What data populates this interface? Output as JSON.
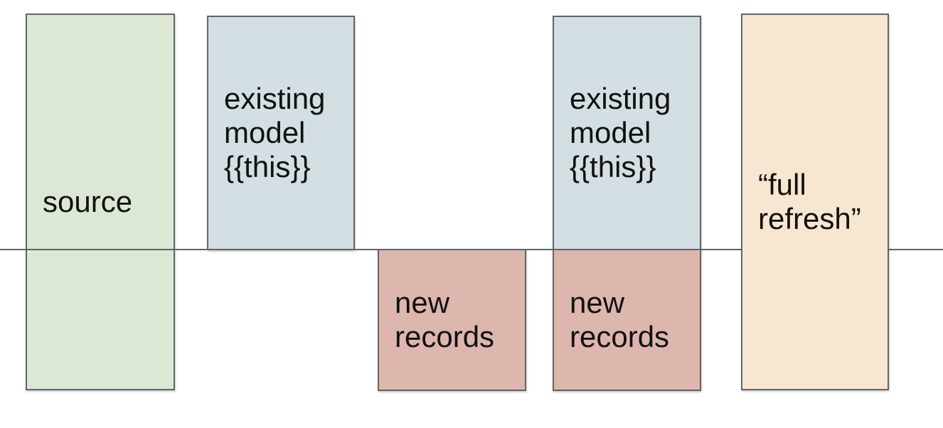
{
  "canvas": {
    "background": "#ffffff"
  },
  "divider": {
    "name": "timeline-divider",
    "color": "#5f6368"
  },
  "boxes": {
    "source": {
      "label": "source",
      "fill": "#dce8d4"
    },
    "existing_model_1": {
      "label": "existing\nmodel\n{{this}}",
      "fill": "#d3dfe3"
    },
    "new_records_1": {
      "label": "new\nrecords",
      "fill": "#ddb6ae"
    },
    "existing_model_2": {
      "label": "existing\nmodel\n{{this}}",
      "fill": "#d3dfe3"
    },
    "new_records_2": {
      "label": "new\nrecords",
      "fill": "#ddb6ae"
    },
    "full_refresh": {
      "label": "“full\nrefresh”",
      "fill": "#f8e7d0"
    }
  },
  "border_color": "#646464"
}
